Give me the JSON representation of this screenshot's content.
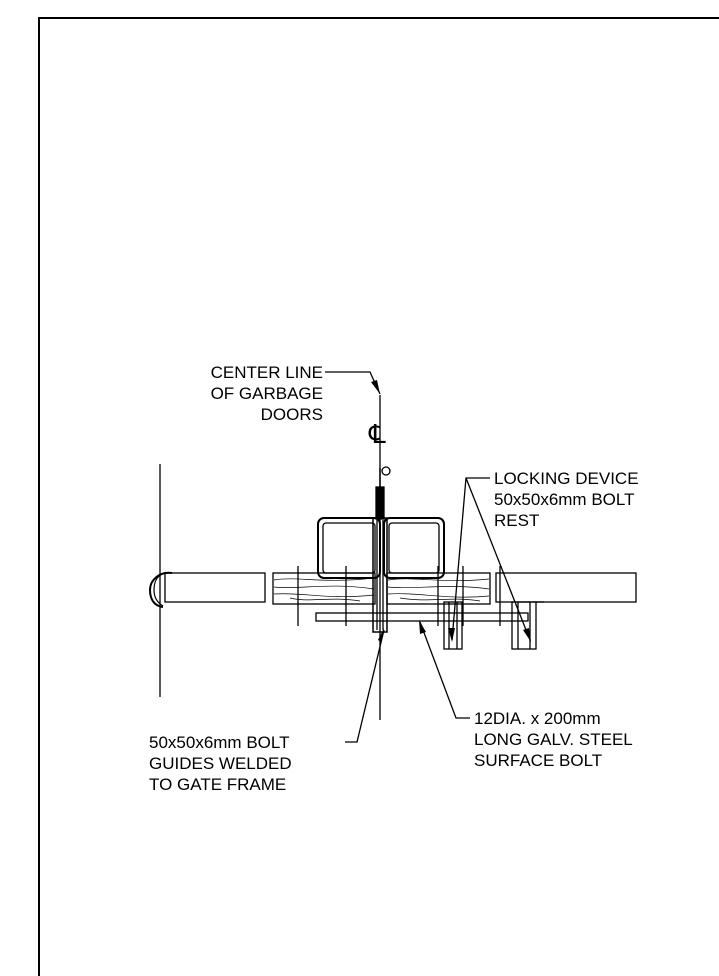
{
  "colors": {
    "ink": "#000000",
    "paper": "#ffffff"
  },
  "symbols": {
    "centerline": "℄"
  },
  "callouts": {
    "center_line": [
      "CENTER LINE",
      "OF GARBAGE",
      "DOORS"
    ],
    "locking_device": [
      "LOCKING DEVICE",
      "50x50x6mm BOLT",
      "REST"
    ],
    "surface_bolt": [
      "12DIA. x 200mm",
      "LONG GALV. STEEL",
      "SURFACE BOLT"
    ],
    "bolt_guides": [
      "50x50x6mm BOLT",
      "GUIDES WELDED",
      "TO GATE FRAME"
    ]
  }
}
